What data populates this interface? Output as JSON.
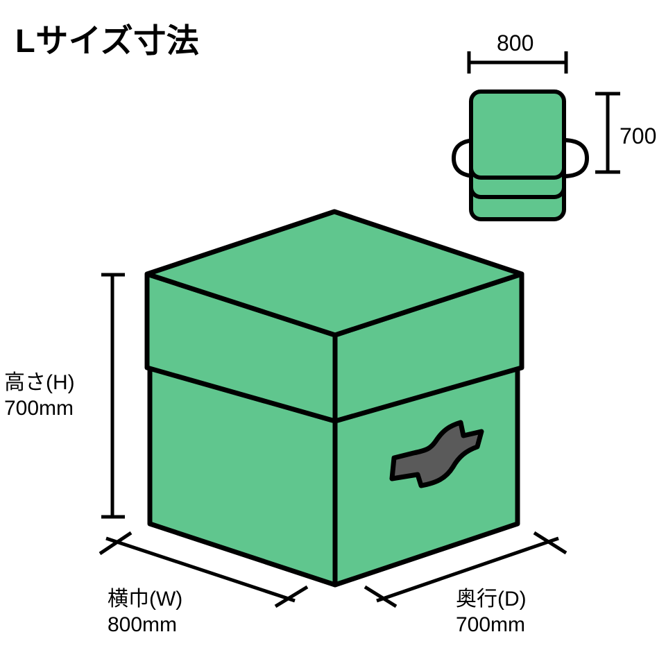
{
  "page": {
    "title": "Lサイズ寸法",
    "background_color": "#ffffff",
    "line_color": "#000000",
    "product_color": "#60c68e",
    "handle_color": "#5a5a5a"
  },
  "main_diagram": {
    "name": "isometric-container-with-lid",
    "dimensions": {
      "height": {
        "label": "高さ(H)",
        "value": "700mm"
      },
      "width": {
        "label": "横巾(W)",
        "value": "800mm"
      },
      "depth": {
        "label": "奥行(D)",
        "value": "700mm"
      }
    }
  },
  "inset_diagram": {
    "name": "top-view-container",
    "width_value": "800",
    "height_value": "700"
  },
  "chart_data": {
    "type": "table",
    "title": "Lサイズ寸法",
    "categories": [
      "横巾(W)",
      "奥行(D)",
      "高さ(H)"
    ],
    "values": [
      800,
      700,
      700
    ],
    "unit": "mm"
  }
}
